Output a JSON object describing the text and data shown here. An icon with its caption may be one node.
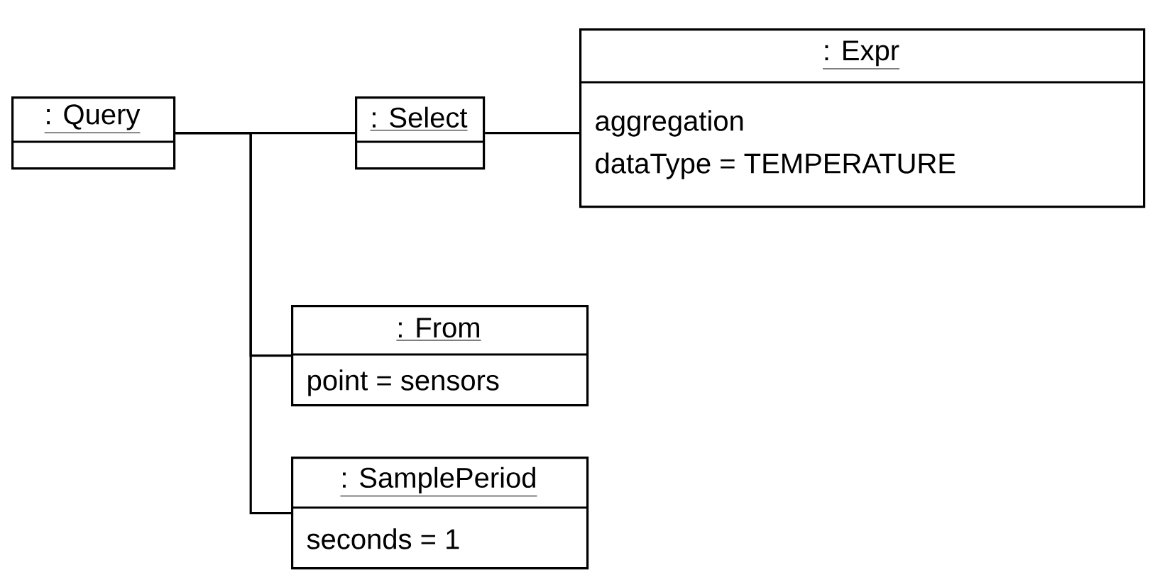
{
  "diagram": {
    "nodes": [
      {
        "text": [
          ": Query"
        ]
      },
      {
        "text": [
          ": Select"
        ]
      },
      {
        "text": [
          ": Expr",
          "aggregation",
          "dataType = TEMPERATURE"
        ]
      },
      {
        "text": [
          ": From",
          "point = sensors"
        ]
      },
      {
        "text": [
          ": SamplePeriod",
          "seconds = 1"
        ]
      }
    ],
    "edges": [
      {
        "from": 0,
        "to": 1,
        "arrow": "none"
      },
      {
        "from": 1,
        "to": 2,
        "arrow": "none"
      },
      {
        "from": 0,
        "to": 3,
        "arrow": "none"
      },
      {
        "from": 0,
        "to": 4,
        "arrow": "none"
      }
    ]
  }
}
